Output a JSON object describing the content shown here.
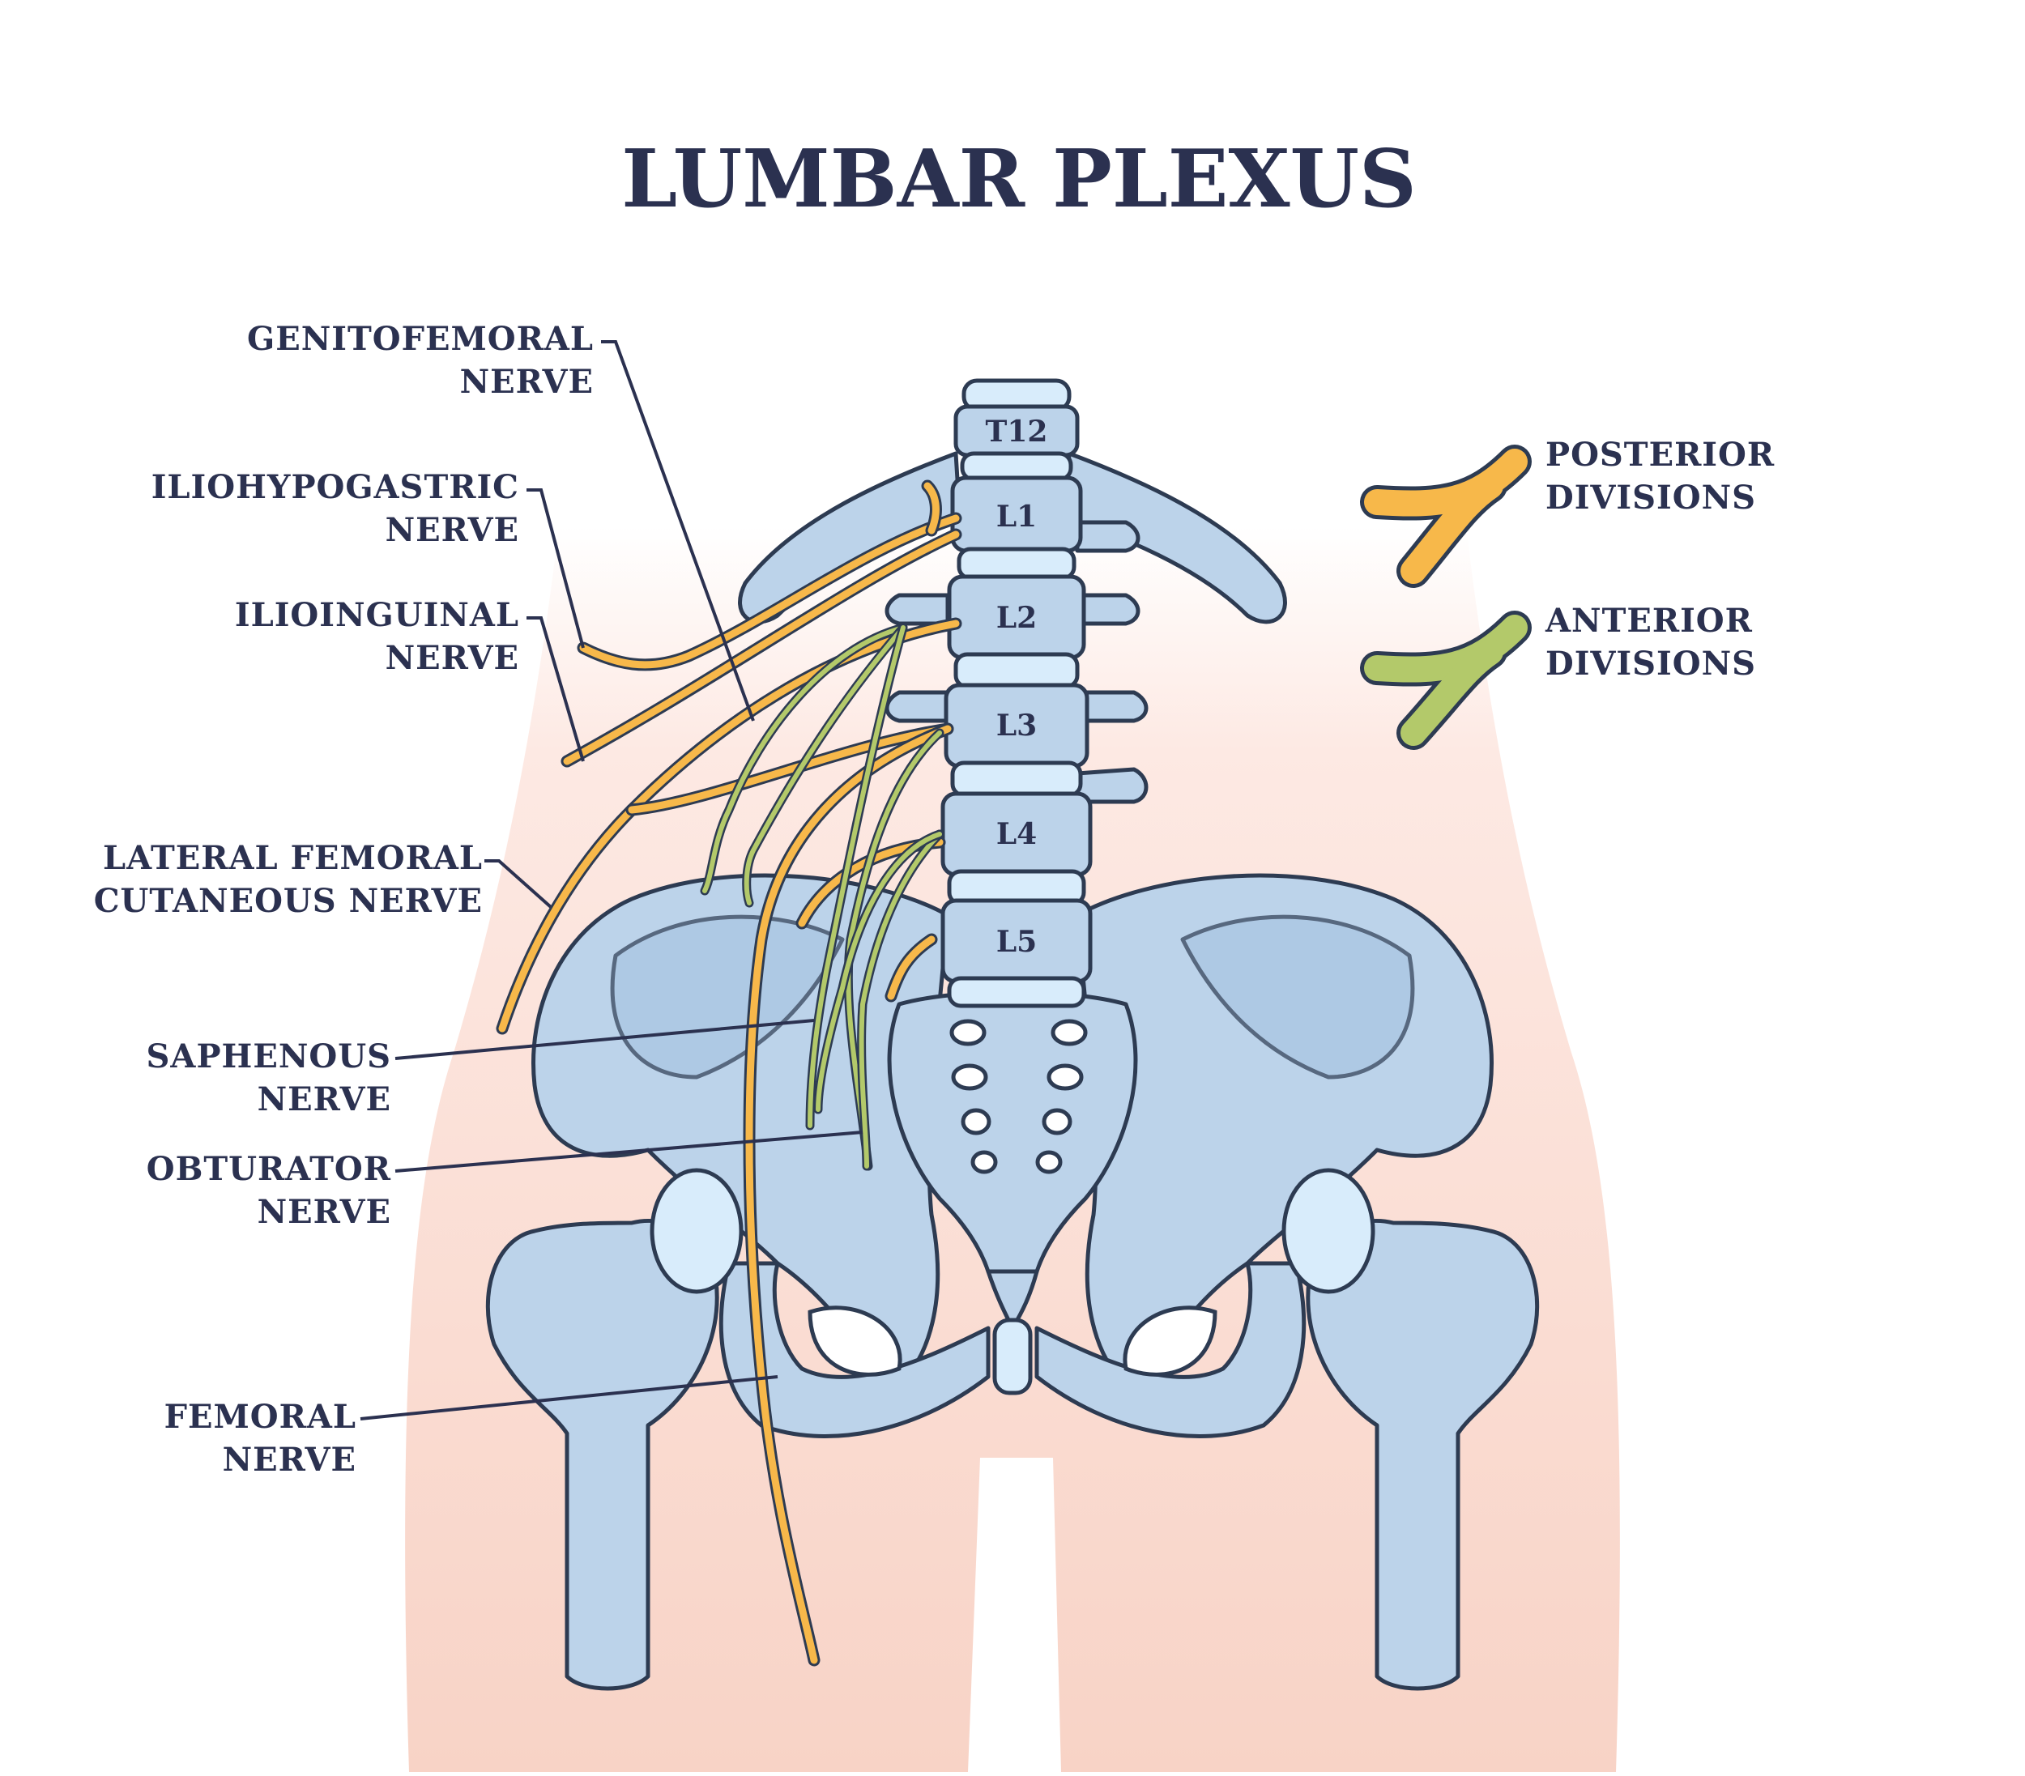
{
  "title": "LUMBAR PLEXUS",
  "labels": {
    "genitofemoral": [
      "GENITOFEMORAL",
      "NERVE"
    ],
    "iliohypogastric": [
      "ILIOHYPOGASTRIC",
      "NERVE"
    ],
    "ilioinguinal": [
      "ILIOINGUINAL",
      "NERVE"
    ],
    "lateral_femoral": [
      "LATERAL FEMORAL",
      "CUTANEOUS NERVE"
    ],
    "saphenous": [
      "SAPHENOUS",
      "NERVE"
    ],
    "obturator": [
      "OBTURATOR",
      "NERVE"
    ],
    "femoral": [
      "FEMORAL",
      "NERVE"
    ]
  },
  "vertebrae": [
    "T12",
    "L1",
    "L2",
    "L3",
    "L4",
    "L5"
  ],
  "legend": {
    "posterior": [
      "POSTERIOR",
      "DIVISIONS"
    ],
    "anterior": [
      "ANTERIOR",
      "DIVISIONS"
    ]
  },
  "colors": {
    "posterior_divisions": "#f7b84a",
    "anterior_divisions": "#b3c96a",
    "bone": "#bcd3ea",
    "outline": "#2d3b52",
    "text": "#2b3150",
    "skin": "#f8d7cc"
  }
}
